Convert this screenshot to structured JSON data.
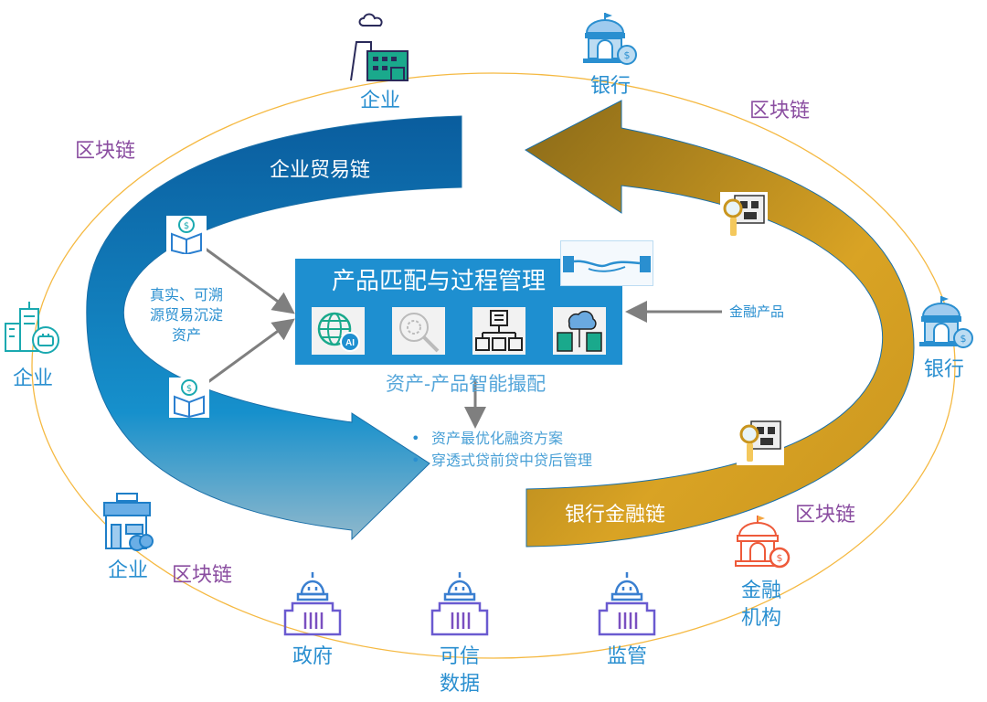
{
  "diagram": {
    "hub": {
      "title": "产品匹配与过程管理",
      "subtitle": "资产-产品智能撮配",
      "tools": [
        {
          "icon": "globe-ai-icon"
        },
        {
          "icon": "search-gear-icon"
        },
        {
          "icon": "org-chart-icon"
        },
        {
          "icon": "cloud-servers-icon"
        }
      ],
      "badge_icon": "handshake-icon"
    },
    "outputs": [
      "资产最优化融资方案",
      "穿透式贷前贷中贷后管理"
    ],
    "arrows": {
      "enterprise_chain": {
        "label": "企业贸易链",
        "color": "#0d66a8"
      },
      "bank_chain": {
        "label": "银行金融链",
        "color": "#c9951e"
      }
    },
    "inputs": {
      "assets_label": "真实、可溯源贸易沉淀资产",
      "assets_lines": [
        "真实、可溯",
        "源贸易沉淀",
        "资产"
      ],
      "financial_products": "金融产品"
    },
    "nodes": [
      {
        "id": "enterprise-factory",
        "label": "企业",
        "icon": "factory-icon"
      },
      {
        "id": "bank-top",
        "label": "银行",
        "icon": "bank-icon"
      },
      {
        "id": "enterprise-left",
        "label": "企业",
        "icon": "office-building-icon"
      },
      {
        "id": "bank-right",
        "label": "银行",
        "icon": "bank-icon"
      },
      {
        "id": "enterprise-shop",
        "label": "企业",
        "icon": "shop-icon"
      },
      {
        "id": "government",
        "label": "政府",
        "icon": "capitol-icon"
      },
      {
        "id": "trusted-data",
        "label": "可信数据",
        "lines": [
          "可信",
          "数据"
        ],
        "icon": "capitol-icon"
      },
      {
        "id": "regulator",
        "label": "监管",
        "icon": "capitol-icon"
      },
      {
        "id": "financial-institution",
        "label": "金融机构",
        "lines": [
          "金融",
          "机构"
        ],
        "icon": "bank-icon"
      }
    ],
    "blockchain_label": "区块链",
    "colors": {
      "node_text": "#2a8fd0",
      "blockchain_text": "#8a4da0",
      "blockchain_line": "#f5b942",
      "hub_bg": "#1e8fd0",
      "connector": "#7f7f7f",
      "institution_icon": "#ee5a3a"
    }
  }
}
